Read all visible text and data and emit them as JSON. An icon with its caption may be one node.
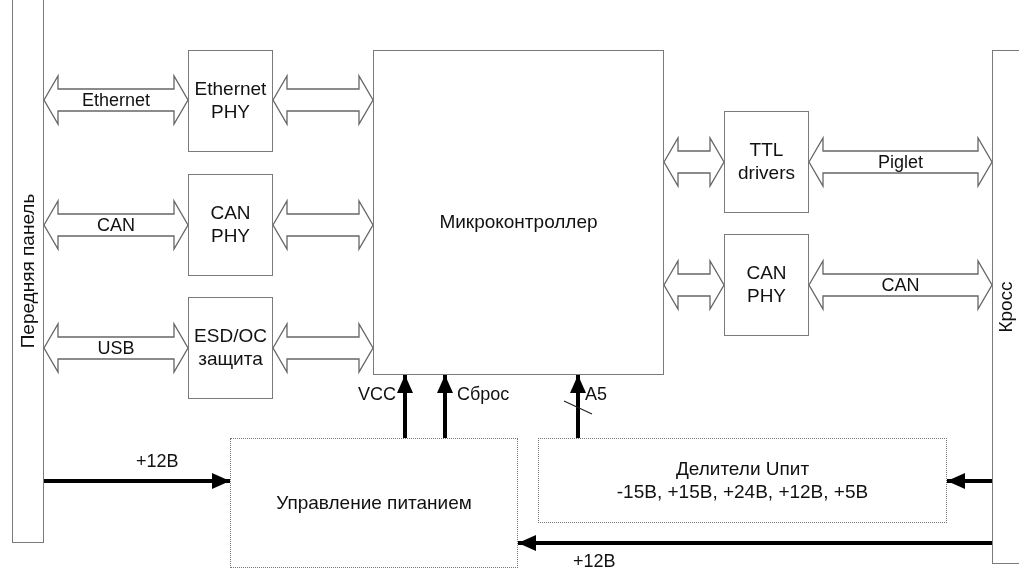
{
  "diagram": {
    "nodes": [
      {
        "text": [
          "Передняя панель"
        ]
      },
      {
        "text": [
          "Ethernet PHY"
        ]
      },
      {
        "text": [
          "CAN PHY"
        ]
      },
      {
        "text": [
          "ESD/OC защита"
        ]
      },
      {
        "text": [
          "Микроконтроллер"
        ]
      },
      {
        "text": [
          "TTL drivers"
        ]
      },
      {
        "text": [
          "CAN PHY"
        ]
      },
      {
        "text": [
          "Кросс"
        ]
      },
      {
        "text": [
          "Управление питанием"
        ]
      },
      {
        "text": [
          "Делители Uпит",
          "-15В, +15В, +24В, +12В, +5В"
        ]
      }
    ],
    "edges": [
      {
        "from": 0,
        "to": 1,
        "arrow": "both",
        "label": "Ethernet",
        "style": "thick"
      },
      {
        "from": 0,
        "to": 2,
        "arrow": "both",
        "label": "CAN",
        "style": "thick"
      },
      {
        "from": 0,
        "to": 3,
        "arrow": "both",
        "label": "USB",
        "style": "thick"
      },
      {
        "from": 1,
        "to": 4,
        "arrow": "both",
        "style": "thick"
      },
      {
        "from": 2,
        "to": 4,
        "arrow": "both",
        "style": "thick"
      },
      {
        "from": 3,
        "to": 4,
        "arrow": "both",
        "style": "thick"
      },
      {
        "from": 4,
        "to": 5,
        "arrow": "both",
        "style": "thick"
      },
      {
        "from": 4,
        "to": 6,
        "arrow": "both",
        "style": "thick"
      },
      {
        "from": 5,
        "to": 7,
        "arrow": "both",
        "label": "Piglet",
        "style": "thick"
      },
      {
        "from": 6,
        "to": 7,
        "arrow": "both",
        "label": "CAN",
        "style": "thick"
      },
      {
        "from": 0,
        "to": 8,
        "arrow": "to",
        "label": "+12В"
      },
      {
        "from": 8,
        "to": 4,
        "arrow": "to",
        "label": "VCC"
      },
      {
        "from": 8,
        "to": 4,
        "arrow": "to",
        "label": "Сброс"
      },
      {
        "from": 9,
        "to": 4,
        "arrow": "to",
        "label": "A5"
      },
      {
        "from": 7,
        "to": 9,
        "arrow": "to"
      },
      {
        "from": 7,
        "to": 8,
        "arrow": "to",
        "label": "+12В"
      }
    ]
  }
}
